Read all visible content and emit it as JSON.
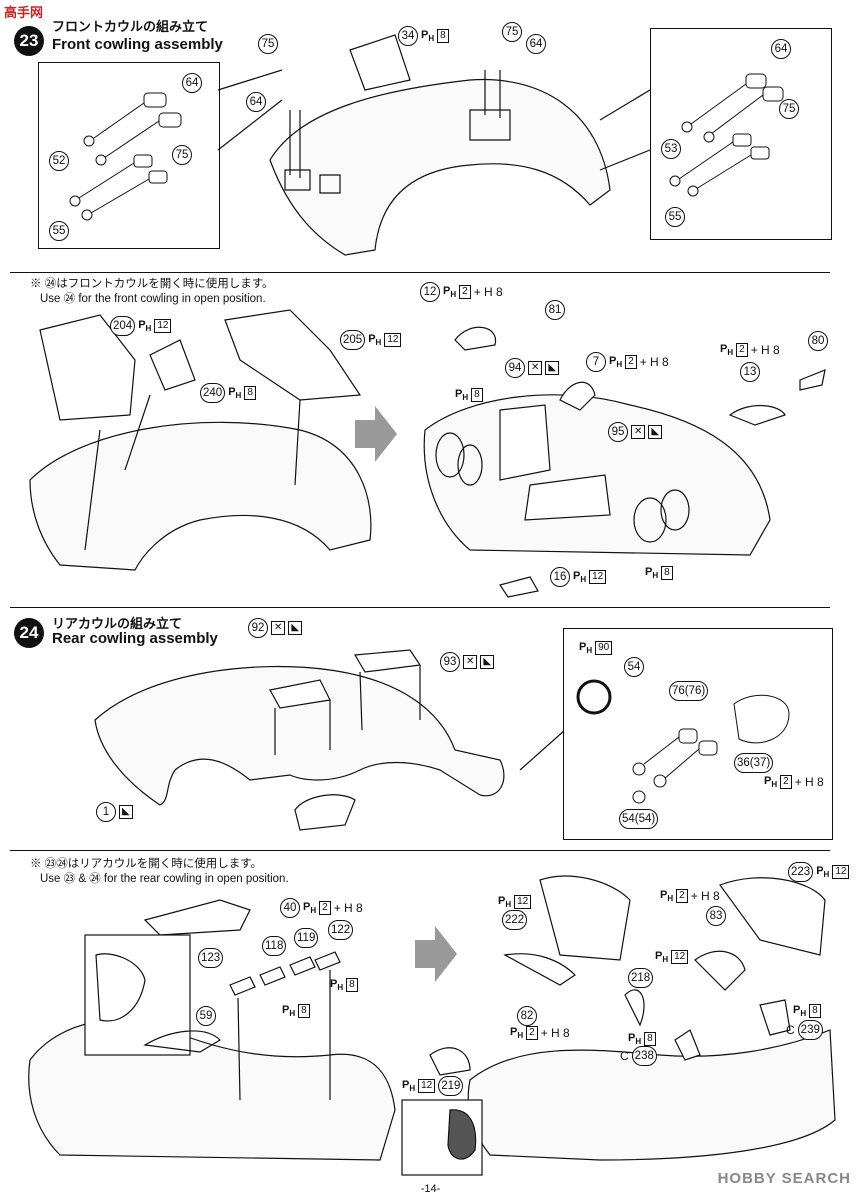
{
  "watermark_left": "高手网",
  "step23": {
    "number": "23",
    "title_jp": "フロントカウルの組み立て",
    "title_en": "Front cowling assembly"
  },
  "step23_note": {
    "jp": "※ ㉔はフロントカウルを開く時に使用します。",
    "en": "Use ㉔ for the front cowling in open position."
  },
  "step24": {
    "number": "24",
    "title_jp": "リアカウルの組み立て",
    "title_en": "Rear cowling assembly"
  },
  "step24_note": {
    "jp": "※ ㉓㉔はリアカウルを開く時に使用します。",
    "en": "Use ㉓ & ㉔ for the rear cowling in open position."
  },
  "labels": {
    "p75a": "75",
    "p64a": "64",
    "p64b": "64",
    "p52": "52",
    "p75b": "75",
    "p55a": "55",
    "p34": "34",
    "p75c": "75",
    "p64c": "64",
    "p64d": "64",
    "p75d": "75",
    "p53": "53",
    "p55b": "55",
    "p204": "204",
    "p240": "240",
    "p205": "205",
    "p12": "12",
    "p81": "81",
    "p94": "94",
    "p7": "7",
    "p80": "80",
    "p13": "13",
    "p95": "95",
    "p16": "16",
    "p92": "92",
    "p93": "93",
    "p1": "1",
    "p54a": "54",
    "p76": "76(76)",
    "p36": "36(37)",
    "p54b": "54(54)",
    "p40": "40",
    "p118": "118",
    "p119": "119",
    "p122": "122",
    "p123": "123",
    "p59": "59",
    "p222": "222",
    "p223": "223",
    "p83": "83",
    "p218": "218",
    "p82": "82",
    "p239": "239",
    "p238": "238",
    "p219": "219",
    "c239": "C",
    "c238": "C"
  },
  "codes": {
    "ph": "P",
    "h": "H",
    "n8": "8",
    "n12": "12",
    "n2": "2",
    "n90": "90",
    "plus_h8": "+ H 8"
  },
  "page_number": "-14-",
  "watermark_right": "HOBBY SEARCH"
}
